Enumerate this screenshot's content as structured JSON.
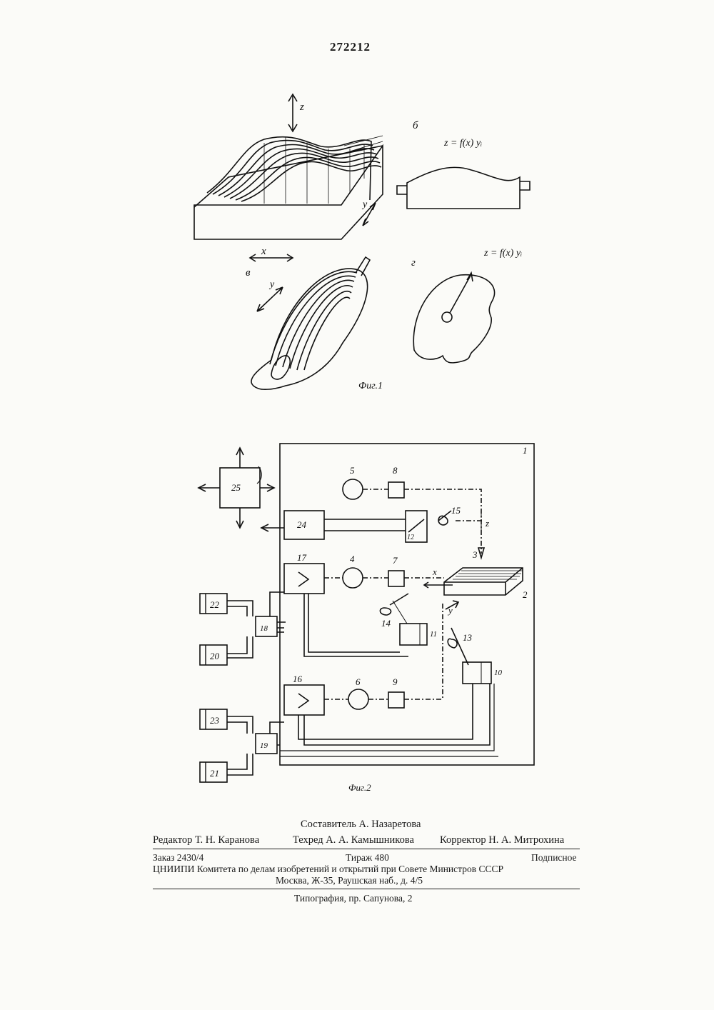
{
  "patent_number": "272212",
  "fig1": {
    "axis_z": "z",
    "axis_x": "x",
    "axis_y_a": "y",
    "axis_y_c": "y",
    "panel_b": "б",
    "panel_c": "в",
    "panel_d": "г",
    "formula_b": "z = f(x) yᵢ",
    "formula_d": "z = f(x) yᵢ",
    "caption": "Фиг.1"
  },
  "fig2": {
    "caption": "Фиг.2",
    "frame_label": "1",
    "axis_z": "z",
    "axis_x": "x",
    "axis_y": "y",
    "blocks": {
      "b2": "2",
      "b3": "3",
      "b4": "4",
      "b5": "5",
      "b6": "6",
      "b7": "7",
      "b8": "8",
      "b9": "9",
      "b10": "10",
      "b11": "11",
      "b12": "12",
      "b13": "13",
      "b14": "14",
      "b15": "15",
      "b16": "16",
      "b17": "17",
      "b18": "18",
      "b19": "19",
      "b20": "20",
      "b21": "21",
      "b22": "22",
      "b23": "23",
      "b24": "24",
      "b25": "25"
    }
  },
  "credits": {
    "compiler": "Составитель А. Назаретова",
    "editor": "Редактор Т. Н. Каранова",
    "techeditor": "Техред А. А. Камышникова",
    "corrector": "Корректор Н. А. Митрохина",
    "order": "Заказ 2430/4",
    "print_run": "Тираж 480",
    "subscription": "Подписное",
    "org": "ЦНИИПИ Комитета по делам изобретений и открытий при Совете Министров СССР",
    "address": "Москва, Ж-35, Раушская наб., д. 4/5",
    "printing": "Типография, пр. Сапунова, 2"
  }
}
